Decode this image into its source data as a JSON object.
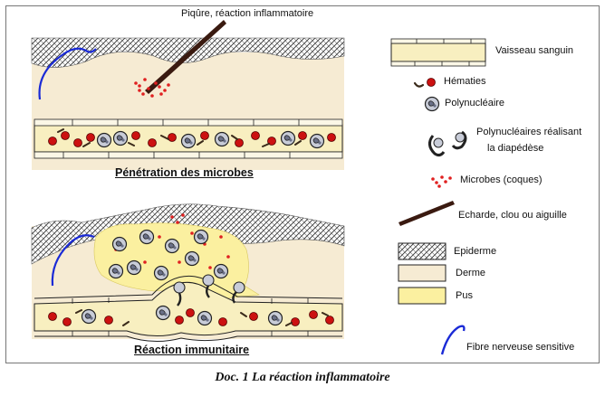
{
  "top_label": "Piqûre, réaction inflammatoire",
  "panel_top_title": "Pénétration des microbes",
  "panel_bottom_title": "Réaction immunitaire",
  "legend": {
    "vessel": "Vaisseau sanguin",
    "rbc": "Hématies",
    "pmn": "Polynucléaire",
    "diapedesis_line1": "Polynucléaires réalisant",
    "diapedesis_line2": "la  diapédèse",
    "microbes": "Microbes (coques)",
    "splinter": "Echarde, clou ou aiguille",
    "epidermis": "Epiderme",
    "dermis": "Derme",
    "pus": "Pus",
    "nerve": "Fibre nerveuse sensitive"
  },
  "caption": "Doc. 1  La réaction inflammatoire",
  "colors": {
    "dermis": "#f6ebd3",
    "pus": "#fbf0a0",
    "vessel": "#f8efc0",
    "rbc": "#cc1111",
    "nerve": "#1a2ad6",
    "microbe": "#e02020",
    "splinter": "#3a1a10"
  }
}
